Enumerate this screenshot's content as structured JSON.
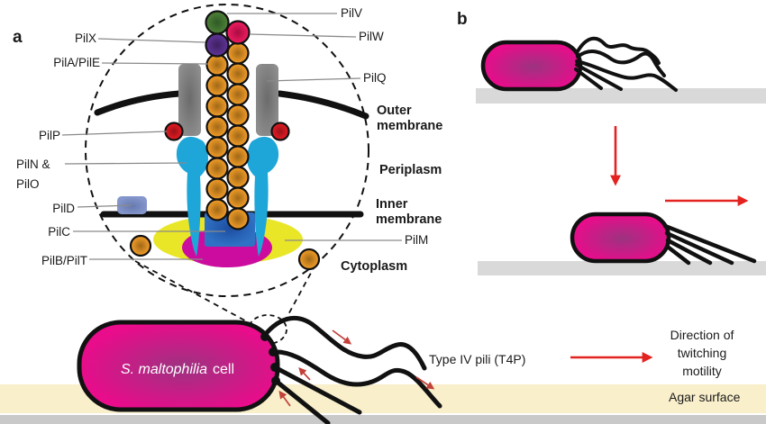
{
  "figure": {
    "panel_a": {
      "panel_letter": "a",
      "protein_labels": {
        "pilv": "PilV",
        "pilw": "PilW",
        "pilx": "PilX",
        "pila_pile": "PilA/PilE",
        "pilq": "PilQ",
        "pilp": "PilP",
        "piln_line1": "PilN &",
        "piln_line2": "PilO",
        "pild": "PilD",
        "pilc": "PilC",
        "pilm": "PilM",
        "pilb_pilt": "PilB/PilT"
      },
      "region_labels": {
        "outer_line1": "Outer",
        "outer_line2": "membrane",
        "periplasm": "Periplasm",
        "inner_line1": "Inner",
        "inner_line2": "membrane",
        "cytoplasm": "Cytoplasm"
      },
      "cell_label_species": "S. maltophilia",
      "cell_label_suffix": "cell",
      "pili_label": "Type IV pili (T4P)"
    },
    "panel_b": {
      "panel_letter": "b",
      "direction_label_line1": "Direction of",
      "direction_label_line2": "twitching",
      "direction_label_line3": "motility"
    },
    "agar_label": "Agar surface"
  },
  "colors": {
    "cell_magenta": "#e90c8b",
    "cell_magenta_dark": "#9c3380",
    "pilin_orange": "#f09c28",
    "pilin_orange_dark": "#a06818",
    "pilv_green": "#4c7e37",
    "pilv_green_dark": "#2f5a26",
    "pilw_pink": "#ec1a5e",
    "pilw_pink_dark": "#a80d43",
    "pilx_purple": "#5d3295",
    "pilx_purple_dark": "#3f2160",
    "pilp_red": "#df1a21",
    "pilp_red_dark": "#99121a",
    "pilq_gray": "#8e8e8e",
    "pilq_gray_dark": "#6b6b6b",
    "pilno_cyan": "#1ea6d9",
    "pild_periwinkle": "#8496cc",
    "pild_periwinkle_dark": "#6679ae",
    "pilc_blue": "#2f71c4",
    "pilc_blue_dark": "#1d4da0",
    "pilm_yellow": "#e9e627",
    "pilbt_magenta": "#cb0c9e",
    "outline_black": "#111111",
    "arrow_red": "#e32320",
    "pili_arrow_red": "#c2413a",
    "agar_cream": "#f9efcb",
    "surface_gray": "#d9d9d9",
    "bottom_gray": "#c9c9c9",
    "leader_gray": "#8a8a8a",
    "label_black": "#1a1a1a",
    "cell_text_white": "#ffffff"
  }
}
